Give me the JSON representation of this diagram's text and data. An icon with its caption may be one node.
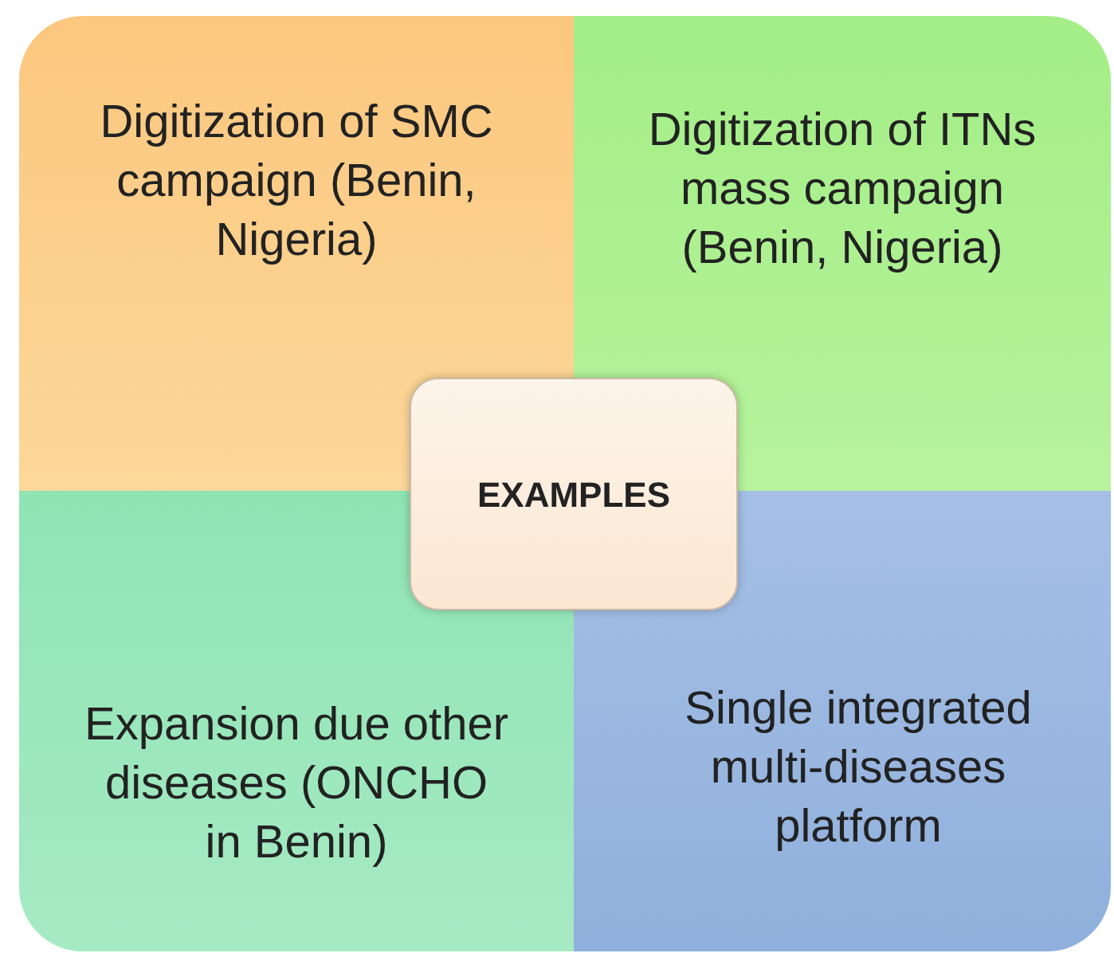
{
  "diagram": {
    "nodes": [
      {
        "text": [
          "Digitization of SMC campaign (Benin, Nigeria)"
        ]
      },
      {
        "text": [
          "Digitization of ITNs mass campaign (Benin, Nigeria)"
        ]
      },
      {
        "text": [
          "EXAMPLES"
        ]
      },
      {
        "text": [
          "Expansion due other diseases (ONCHO in Benin)"
        ]
      },
      {
        "text": [
          "Single integrated multi-diseases platform"
        ]
      }
    ]
  }
}
